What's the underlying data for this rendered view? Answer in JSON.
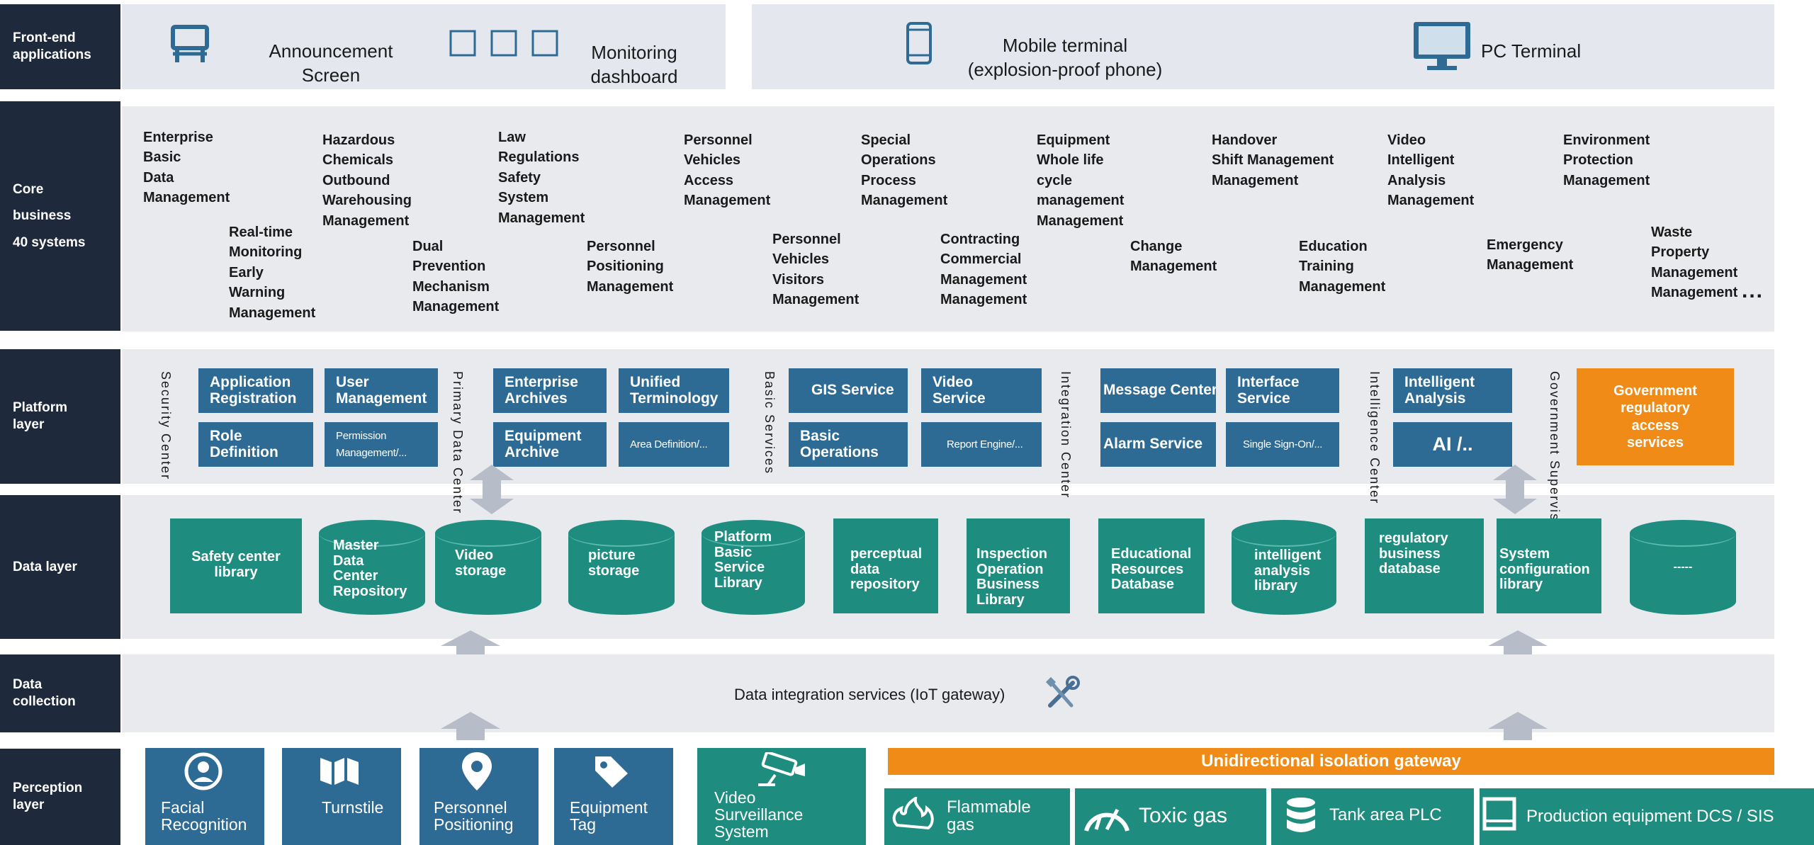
{
  "layers": {
    "front_end": "Front-end\napplications",
    "core": "Core\nbusiness\n40 systems",
    "platform": "Platform\nlayer",
    "data": "Data layer",
    "collection": "Data\ncollection",
    "perception": "Perception\nlayer"
  },
  "front_end": {
    "announcement": "Announcement\nScreen",
    "monitoring": "Monitoring\ndashboard",
    "mobile": "Mobile terminal\n(explosion-proof phone)",
    "pc": "PC Terminal"
  },
  "core_row1": [
    "Enterprise\nBasic\nData\nManagement",
    "Hazardous\nChemicals\nOutbound\nWarehousing\nManagement",
    "Law\nRegulations\nSafety\nSystem\nManagement",
    "Personnel\nVehicles\nAccess\nManagement",
    "Special\nOperations\nProcess\nManagement",
    "Equipment\nWhole life\ncycle\nmanagement\nManagement",
    "Handover\nShift Management\nManagement",
    "Video\nIntelligent\nAnalysis\nManagement",
    "Environment\nProtection\nManagement"
  ],
  "core_row2": [
    "Real-time\nMonitoring\nEarly\nWarning\nManagement",
    "Dual\nPrevention\nMechanism\nManagement",
    "Personnel\nPositioning\nManagement",
    "Personnel\nVehicles\nVisitors\nManagement",
    "Contracting\nCommercial\nManagement\nManagement",
    "Change\nManagement",
    "Education\nTraining\nManagement",
    "Emergency\nManagement",
    "Waste\nProperty\nManagement\nManagement"
  ],
  "core_more": "...",
  "platform": {
    "security_center": "Security Center",
    "primary_data_center": "Primary Data Center",
    "basic_services": "Basic Services",
    "integration_center": "Integration Center",
    "intelligence_center": "Intelligence Center",
    "government_supervision": "Government Supervision",
    "application_registration": "Application\nRegistration",
    "user_management": "User\nManagement",
    "role_definition": "Role\nDefinition",
    "permission_management": "Permission\nManagement/...",
    "enterprise_archives": "Enterprise\nArchives",
    "unified_terminology": "Unified\nTerminology",
    "equipment_archive": "Equipment\nArchive",
    "area_definition": "Area Definition/...",
    "gis_service": "GIS Service",
    "video_service": "Video\nService",
    "basic_operations": "Basic\nOperations",
    "report_engine": "Report Engine/...",
    "message_center": "Message Center",
    "interface_service": "Interface\nService",
    "alarm_service": "Alarm Service",
    "single_sign_on": "Single Sign-On/...",
    "intelligent_analysis": "Intelligent\nAnalysis",
    "ai": "AI /..",
    "government_access": "Government\nregulatory\naccess\nservices"
  },
  "data_layer": [
    "Safety center\nlibrary",
    "Master\nData\nCenter\nRepository",
    "Video\nstorage",
    "picture\nstorage",
    "Platform\nBasic\nService\nLibrary",
    "perceptual\ndata\nrepository",
    "Inspection\nOperation\nBusiness\nLibrary",
    "Educational\nResources\nDatabase",
    "intelligent\nanalysis\nlibrary",
    "regulatory\nbusiness\ndatabase",
    "System\nconfiguration\nlibrary",
    "-----"
  ],
  "collection": {
    "label": "Data integration services (IoT gateway)"
  },
  "perception": {
    "facial": "Facial\nRecognition",
    "turnstile": "Turnstile",
    "personnel": "Personnel\nPositioning",
    "equipment": "Equipment\nTag",
    "video": "Video\nSurveillance\nSystem",
    "gateway": "Unidirectional isolation gateway",
    "flammable": "Flammable\ngas",
    "toxic": "Toxic gas",
    "tank": "Tank area PLC",
    "production": "Production equipment DCS / SIS"
  },
  "colors": {
    "navy": "#1e2a3b",
    "blue": "#2e6b94",
    "teal": "#1f8c80",
    "orange": "#ef8b16",
    "band": "#e9eaee"
  }
}
